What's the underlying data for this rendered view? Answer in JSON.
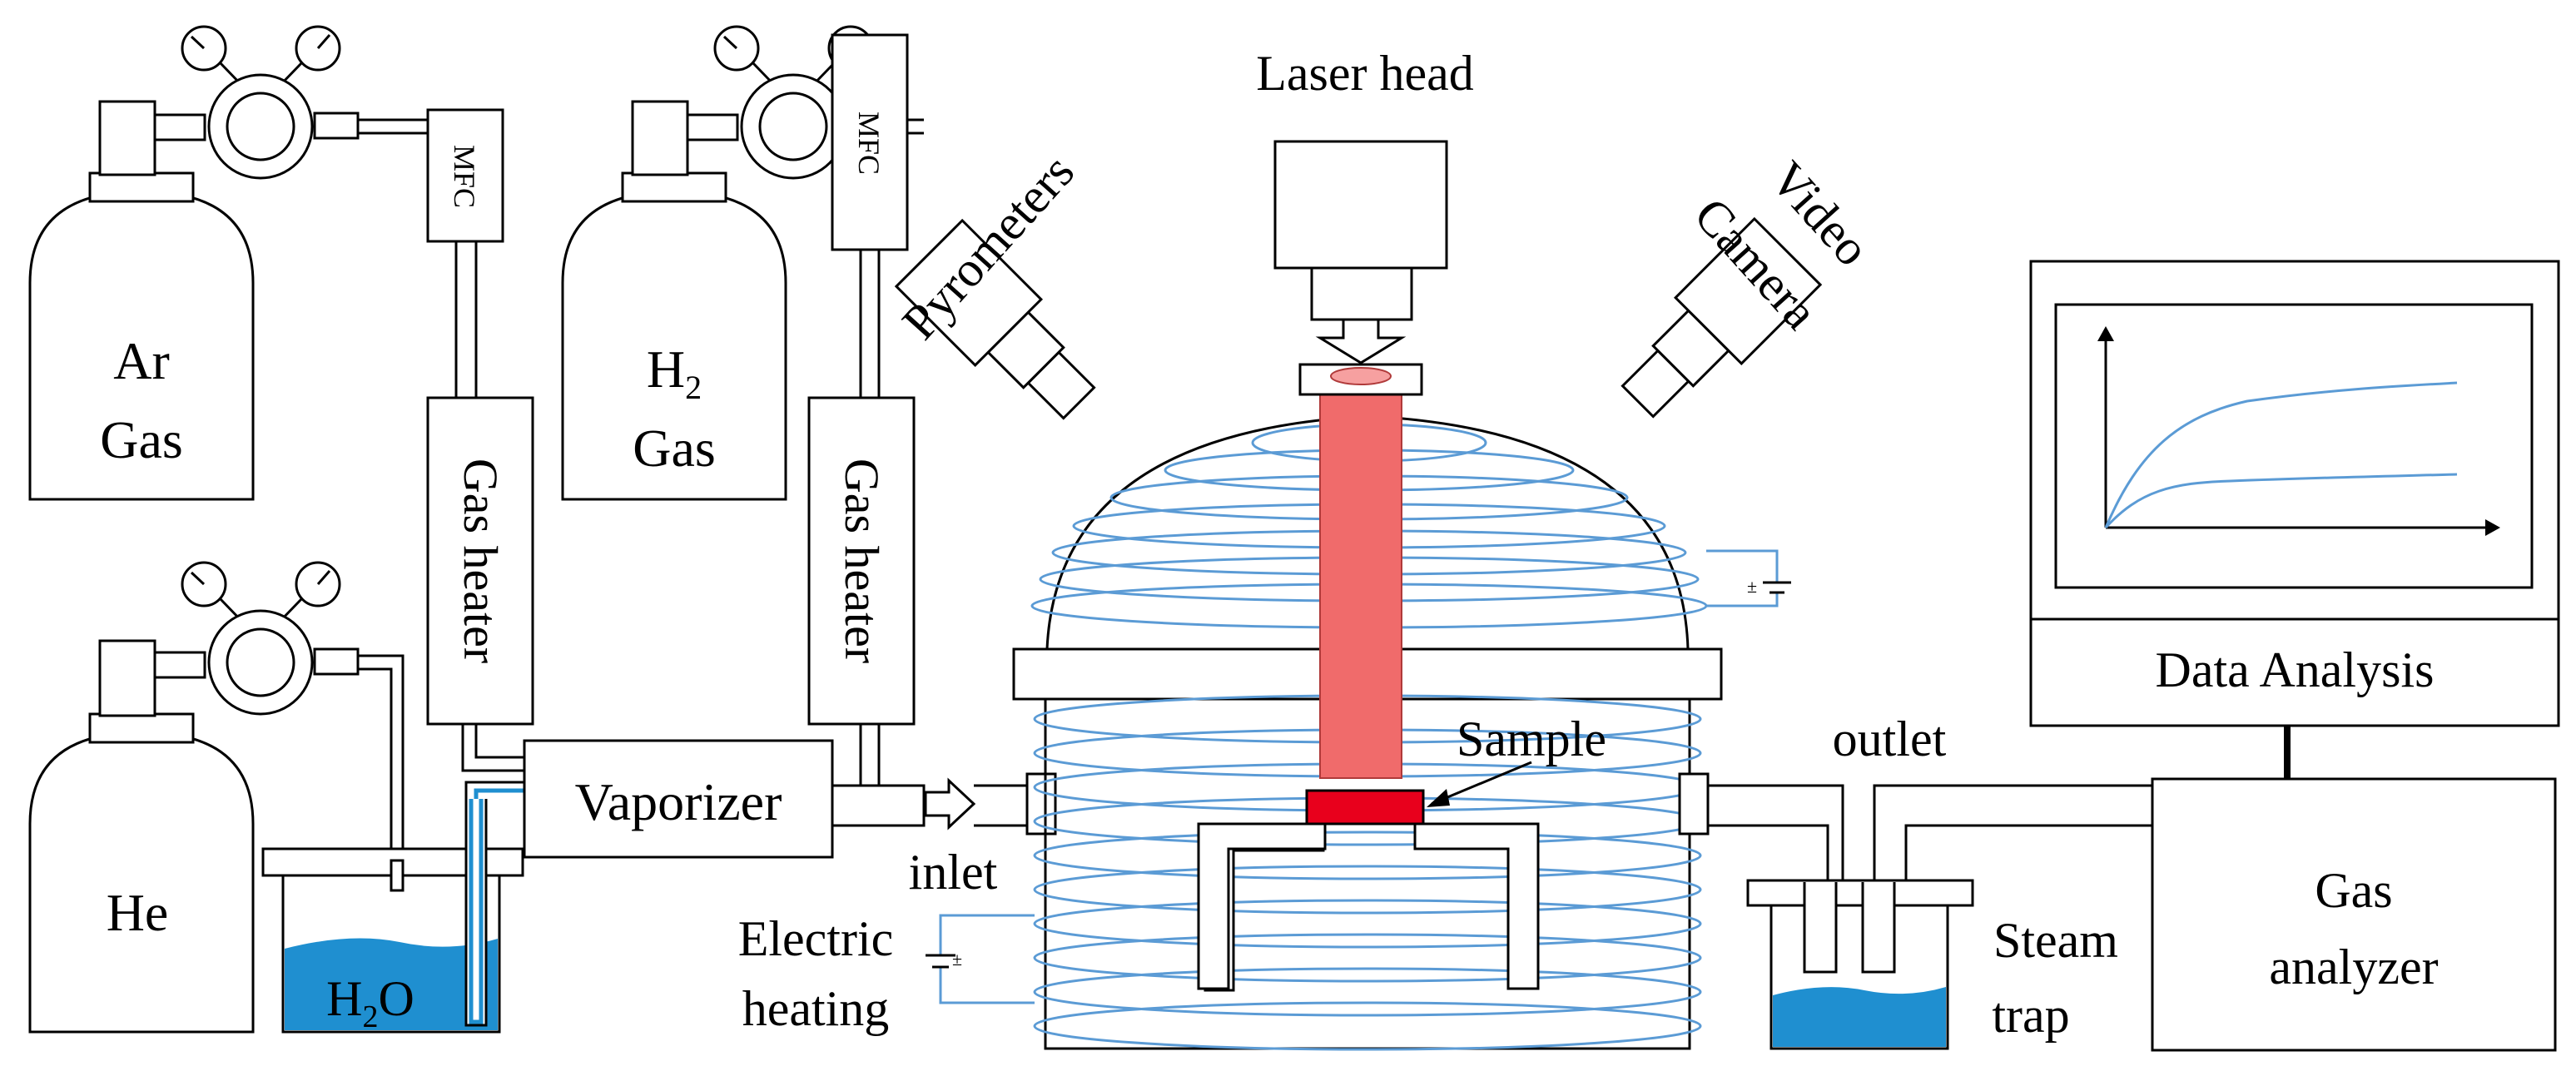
{
  "labels": {
    "ar_gas_1": "Ar",
    "ar_gas_2": "Gas",
    "h2_gas_h": "H",
    "h2_gas_sub": "2",
    "h2_gas_2": "Gas",
    "he": "He",
    "mfc_1": "MFC",
    "mfc_2": "MFC",
    "gas_heater_1": "Gas heater",
    "gas_heater_2": "Gas heater",
    "vaporizer": "Vaporizer",
    "water_h": "H",
    "water_sub": "2",
    "water_o": "O",
    "inlet": "inlet",
    "electric": "Electric",
    "heating": "heating",
    "pm_sign_1": "±",
    "pm_sign_2": "±",
    "laser_head": "Laser head",
    "pyrometers": "Pyrometers",
    "video": "Video",
    "camera": "Camera",
    "sample": "Sample",
    "outlet": "outlet",
    "steam": "Steam",
    "trap": "trap",
    "data_analysis": "Data Analysis",
    "gas_analyzer_1": "Gas",
    "gas_analyzer_2": "analyzer"
  },
  "colors": {
    "stroke": "#000000",
    "coil": "#5b9bd5",
    "water": "#1f8fd0",
    "laser_beam": "#f06b6b",
    "laser_beam_edge": "#b03a3a",
    "sample": "#e8001c",
    "plot_curve": "#5b9bd5"
  }
}
